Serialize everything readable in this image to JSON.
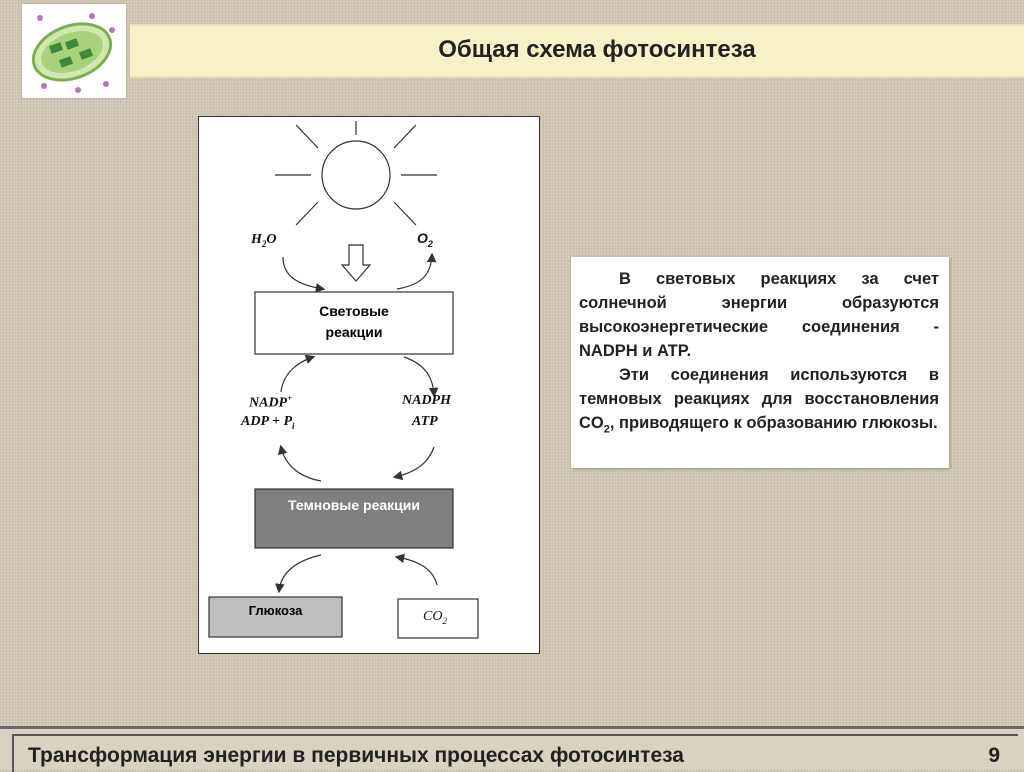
{
  "title": "Общая схема фотосинтеза",
  "diagram": {
    "h2o": {
      "base": "H",
      "sub": "2",
      "rest": "O"
    },
    "o2": {
      "base": "O",
      "sub": "2"
    },
    "light_reactions": "Световые реакции",
    "nadp": {
      "base": "NADP",
      "sup": "+"
    },
    "adp": {
      "base": "ADP + P",
      "sub": "i"
    },
    "nadph": "NADPH",
    "atp": "ATP",
    "dark_reactions": "Темновые реакции",
    "glucose": "Глюкоза",
    "co2": {
      "base": "CO",
      "sub": "2"
    }
  },
  "info": {
    "p1": "В световых реакциях за счет солнечной энергии образуются высокоэнергетические соединения - NADPH и ATP.",
    "p2_before": "Эти соединения используются в темновых реакциях для восстановления CO",
    "p2_sub": "2",
    "p2_after": ", приводящего к образованию глюкозы."
  },
  "footer": {
    "text": "Трансформация энергии в первичных процессах фотосинтеза",
    "page": "9"
  },
  "colors": {
    "title_bar": "#f6f1c7",
    "dark_box": "#7f7f7f",
    "glucose_box": "#bfbfbf"
  }
}
